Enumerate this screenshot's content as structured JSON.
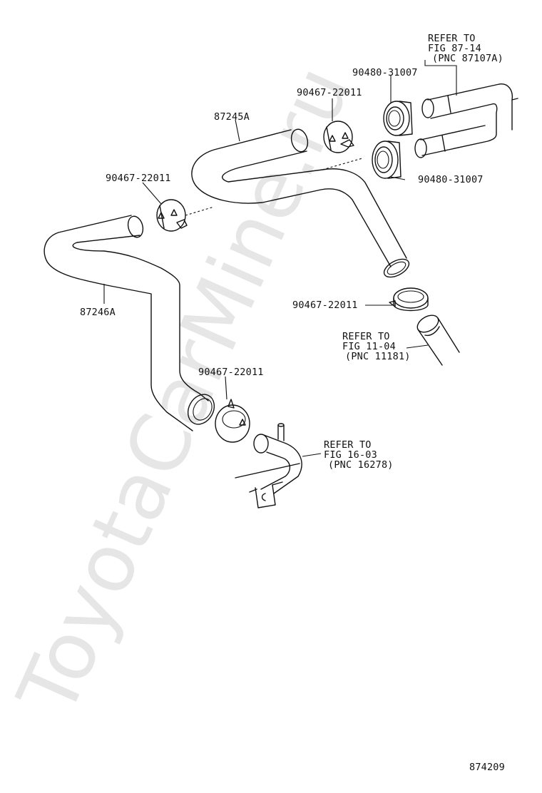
{
  "watermark": "ToyotaCarMine.ru",
  "diagram_number": "874209",
  "labels": {
    "refer_top": [
      "REFER TO",
      "FIG 87-14",
      "(PNC 87107A)"
    ],
    "grommet_upper": "90480-31007",
    "grommet_lower": "90480-31007",
    "clamp_top": "90467-22011",
    "hose_upper": "87245A",
    "clamp_left": "90467-22011",
    "hose_lower": "87246A",
    "clamp_right": "90467-22011",
    "refer_mid": [
      "REFER TO",
      "FIG 11-04",
      "(PNC 11181)"
    ],
    "clamp_bottom": "90467-22011",
    "refer_bottom": [
      "REFER TO",
      "FIG 16-03",
      "(PNC 16278)"
    ]
  }
}
